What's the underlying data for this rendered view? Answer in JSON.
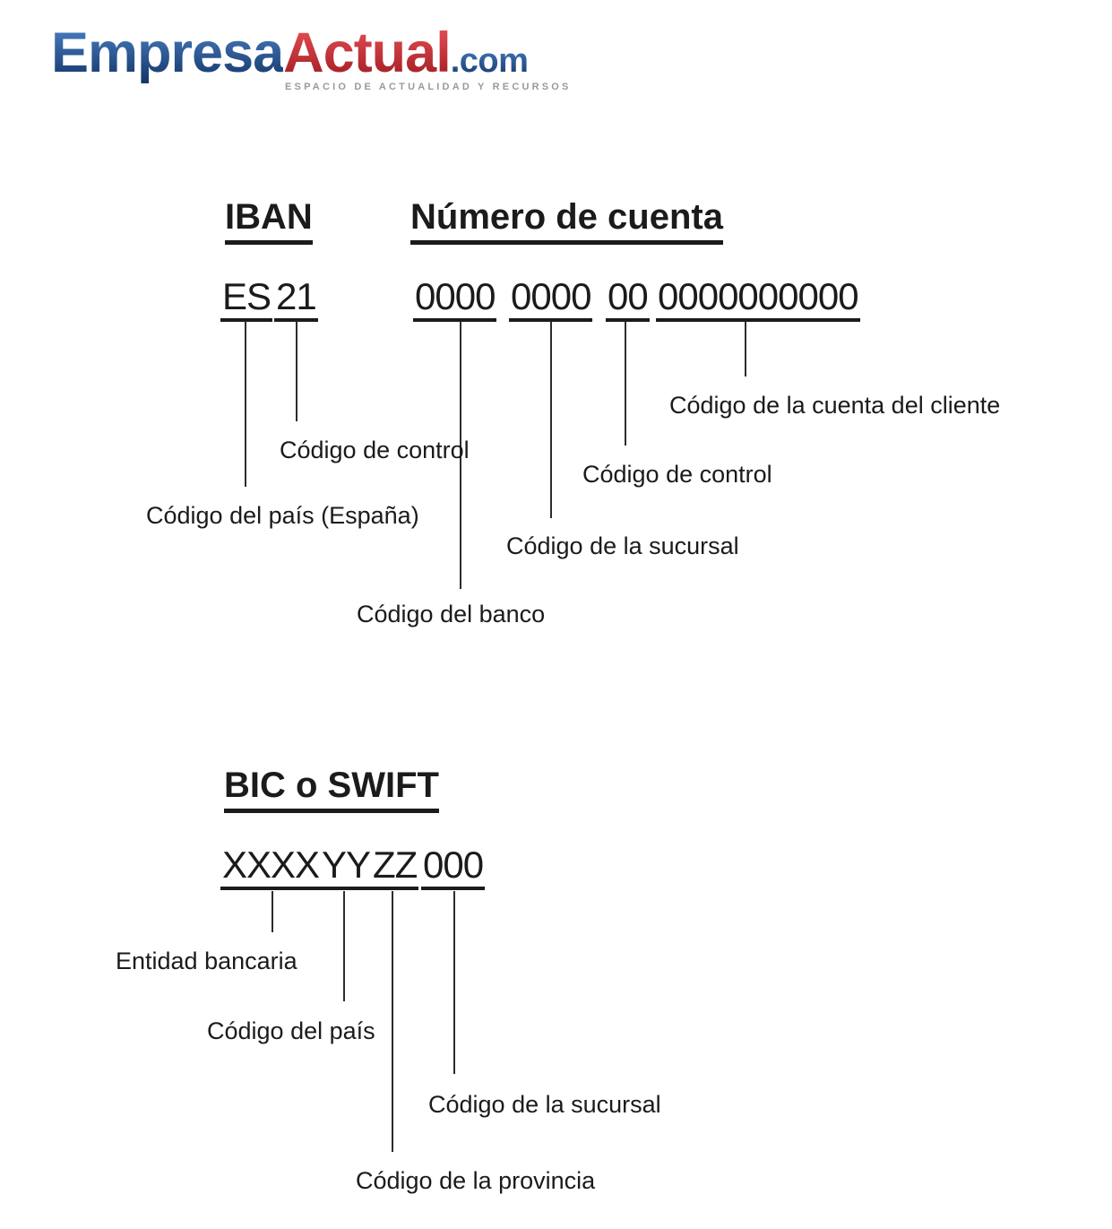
{
  "logo": {
    "brand_part1": "Empresa",
    "brand_part2": "Actual",
    "brand_part3": ".com",
    "tagline": "ESPACIO DE ACTUALIDAD Y RECURSOS",
    "colors": {
      "brand_blue": "#1f4e99",
      "brand_red": "#c62f35",
      "tagline_gray": "#9a9a9a"
    }
  },
  "iban_diagram": {
    "heading_iban": "IBAN",
    "heading_cuenta": "Número de cuenta",
    "segments": [
      {
        "code": "ES",
        "label": "Código del país (España)"
      },
      {
        "code": "21",
        "label": "Código de control"
      },
      {
        "code": "0000",
        "label": "Código del banco"
      },
      {
        "code": "0000",
        "label": "Código de la sucursal"
      },
      {
        "code": "00",
        "label": "Código de control"
      },
      {
        "code": "0000000000",
        "label": "Código de la cuenta del cliente"
      }
    ]
  },
  "bic_diagram": {
    "heading": "BIC o SWIFT",
    "segments": [
      {
        "code": "XXXX",
        "label": "Entidad bancaria"
      },
      {
        "code": "YY",
        "label": "Código del país"
      },
      {
        "code": "ZZ",
        "label": "Código de la provincia"
      },
      {
        "code": "000",
        "label": "Código de la sucursal"
      }
    ]
  },
  "ink_color": "#1b1b1b"
}
